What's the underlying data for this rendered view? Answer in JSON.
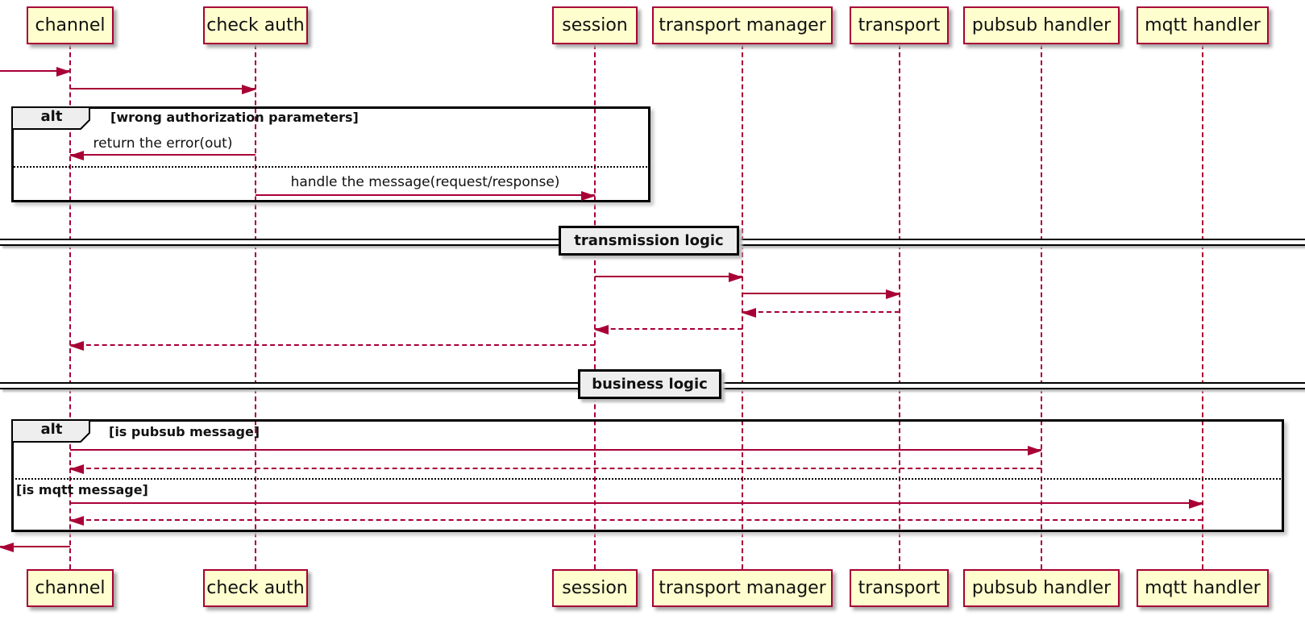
{
  "diagram_type": "sequence-diagram",
  "participants": [
    {
      "name": "channel"
    },
    {
      "name": "check auth"
    },
    {
      "name": "session"
    },
    {
      "name": "transport manager"
    },
    {
      "name": "transport"
    },
    {
      "name": "pubsub handler"
    },
    {
      "name": "mqtt handler"
    }
  ],
  "fragments": {
    "auth": {
      "operator": "alt",
      "guard": "[wrong authorization parameters]"
    },
    "routing": {
      "operator": "alt",
      "guard": "[is pubsub message]",
      "else_guard": "[is mqtt message]"
    }
  },
  "dividers": {
    "first": "transmission logic",
    "second": "business logic"
  },
  "messages": {
    "return_error": "return the error(out)",
    "handle_message": "handle the message(request/response)"
  },
  "colors": {
    "participant_fill": "#FEFECE",
    "participant_border": "#A80036",
    "message_color": "#A80036",
    "frame_border": "#000000",
    "fragment_label_fill": "#EEEEEE"
  }
}
